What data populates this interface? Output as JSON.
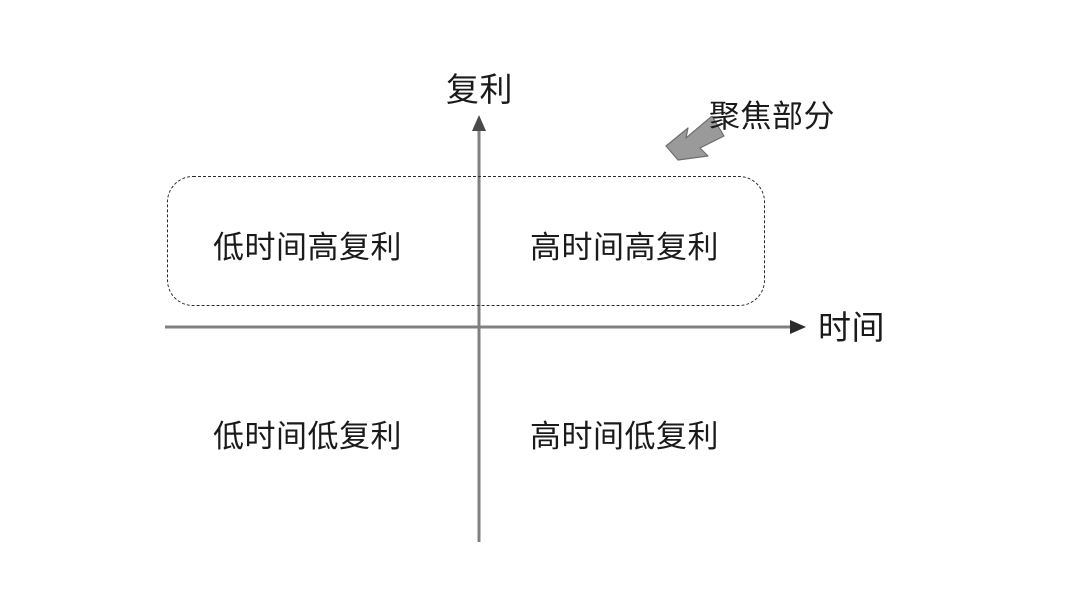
{
  "figure": {
    "background_color": "#ffffff",
    "text_color": "#1a1a1a",
    "axis_color": "#808080",
    "dashed_box_color": "#2b2b2b",
    "arrow_fill_color": "#9a9a9a",
    "arrow_stroke_color": "#6e6e6e"
  },
  "axes": {
    "y_label": "复利",
    "x_label": "时间"
  },
  "annotation": {
    "label": "聚焦部分",
    "arrow_icon": "block-arrow-down-left-icon"
  },
  "quadrants": [
    {
      "id": "top-left",
      "label": "低时间高复利"
    },
    {
      "id": "top-right",
      "label": "高时间高复利"
    },
    {
      "id": "bottom-left",
      "label": "低时间低复利"
    },
    {
      "id": "bottom-right",
      "label": "高时间低复利"
    }
  ],
  "focus_region": {
    "name": "高复利区域",
    "covers": [
      "top-left",
      "top-right"
    ],
    "border_style": "dashed",
    "corner_radius": 26
  },
  "chart_data": {
    "type": "scatter",
    "title": "",
    "xlabel": "时间",
    "ylabel": "复利",
    "grid": false,
    "legend": "none",
    "quadrant_labels": {
      "q2_top_left": "低时间高复利",
      "q1_top_right": "高时间高复利",
      "q3_bottom_left": "低时间低复利",
      "q4_bottom_right": "高时间低复利"
    },
    "annotations": [
      {
        "text": "聚焦部分",
        "points_to": "focus-region",
        "arrow": "down-left"
      }
    ],
    "highlighted_region": {
      "label": "聚焦部分",
      "quadrants": [
        "q2_top_left",
        "q1_top_right"
      ]
    }
  }
}
